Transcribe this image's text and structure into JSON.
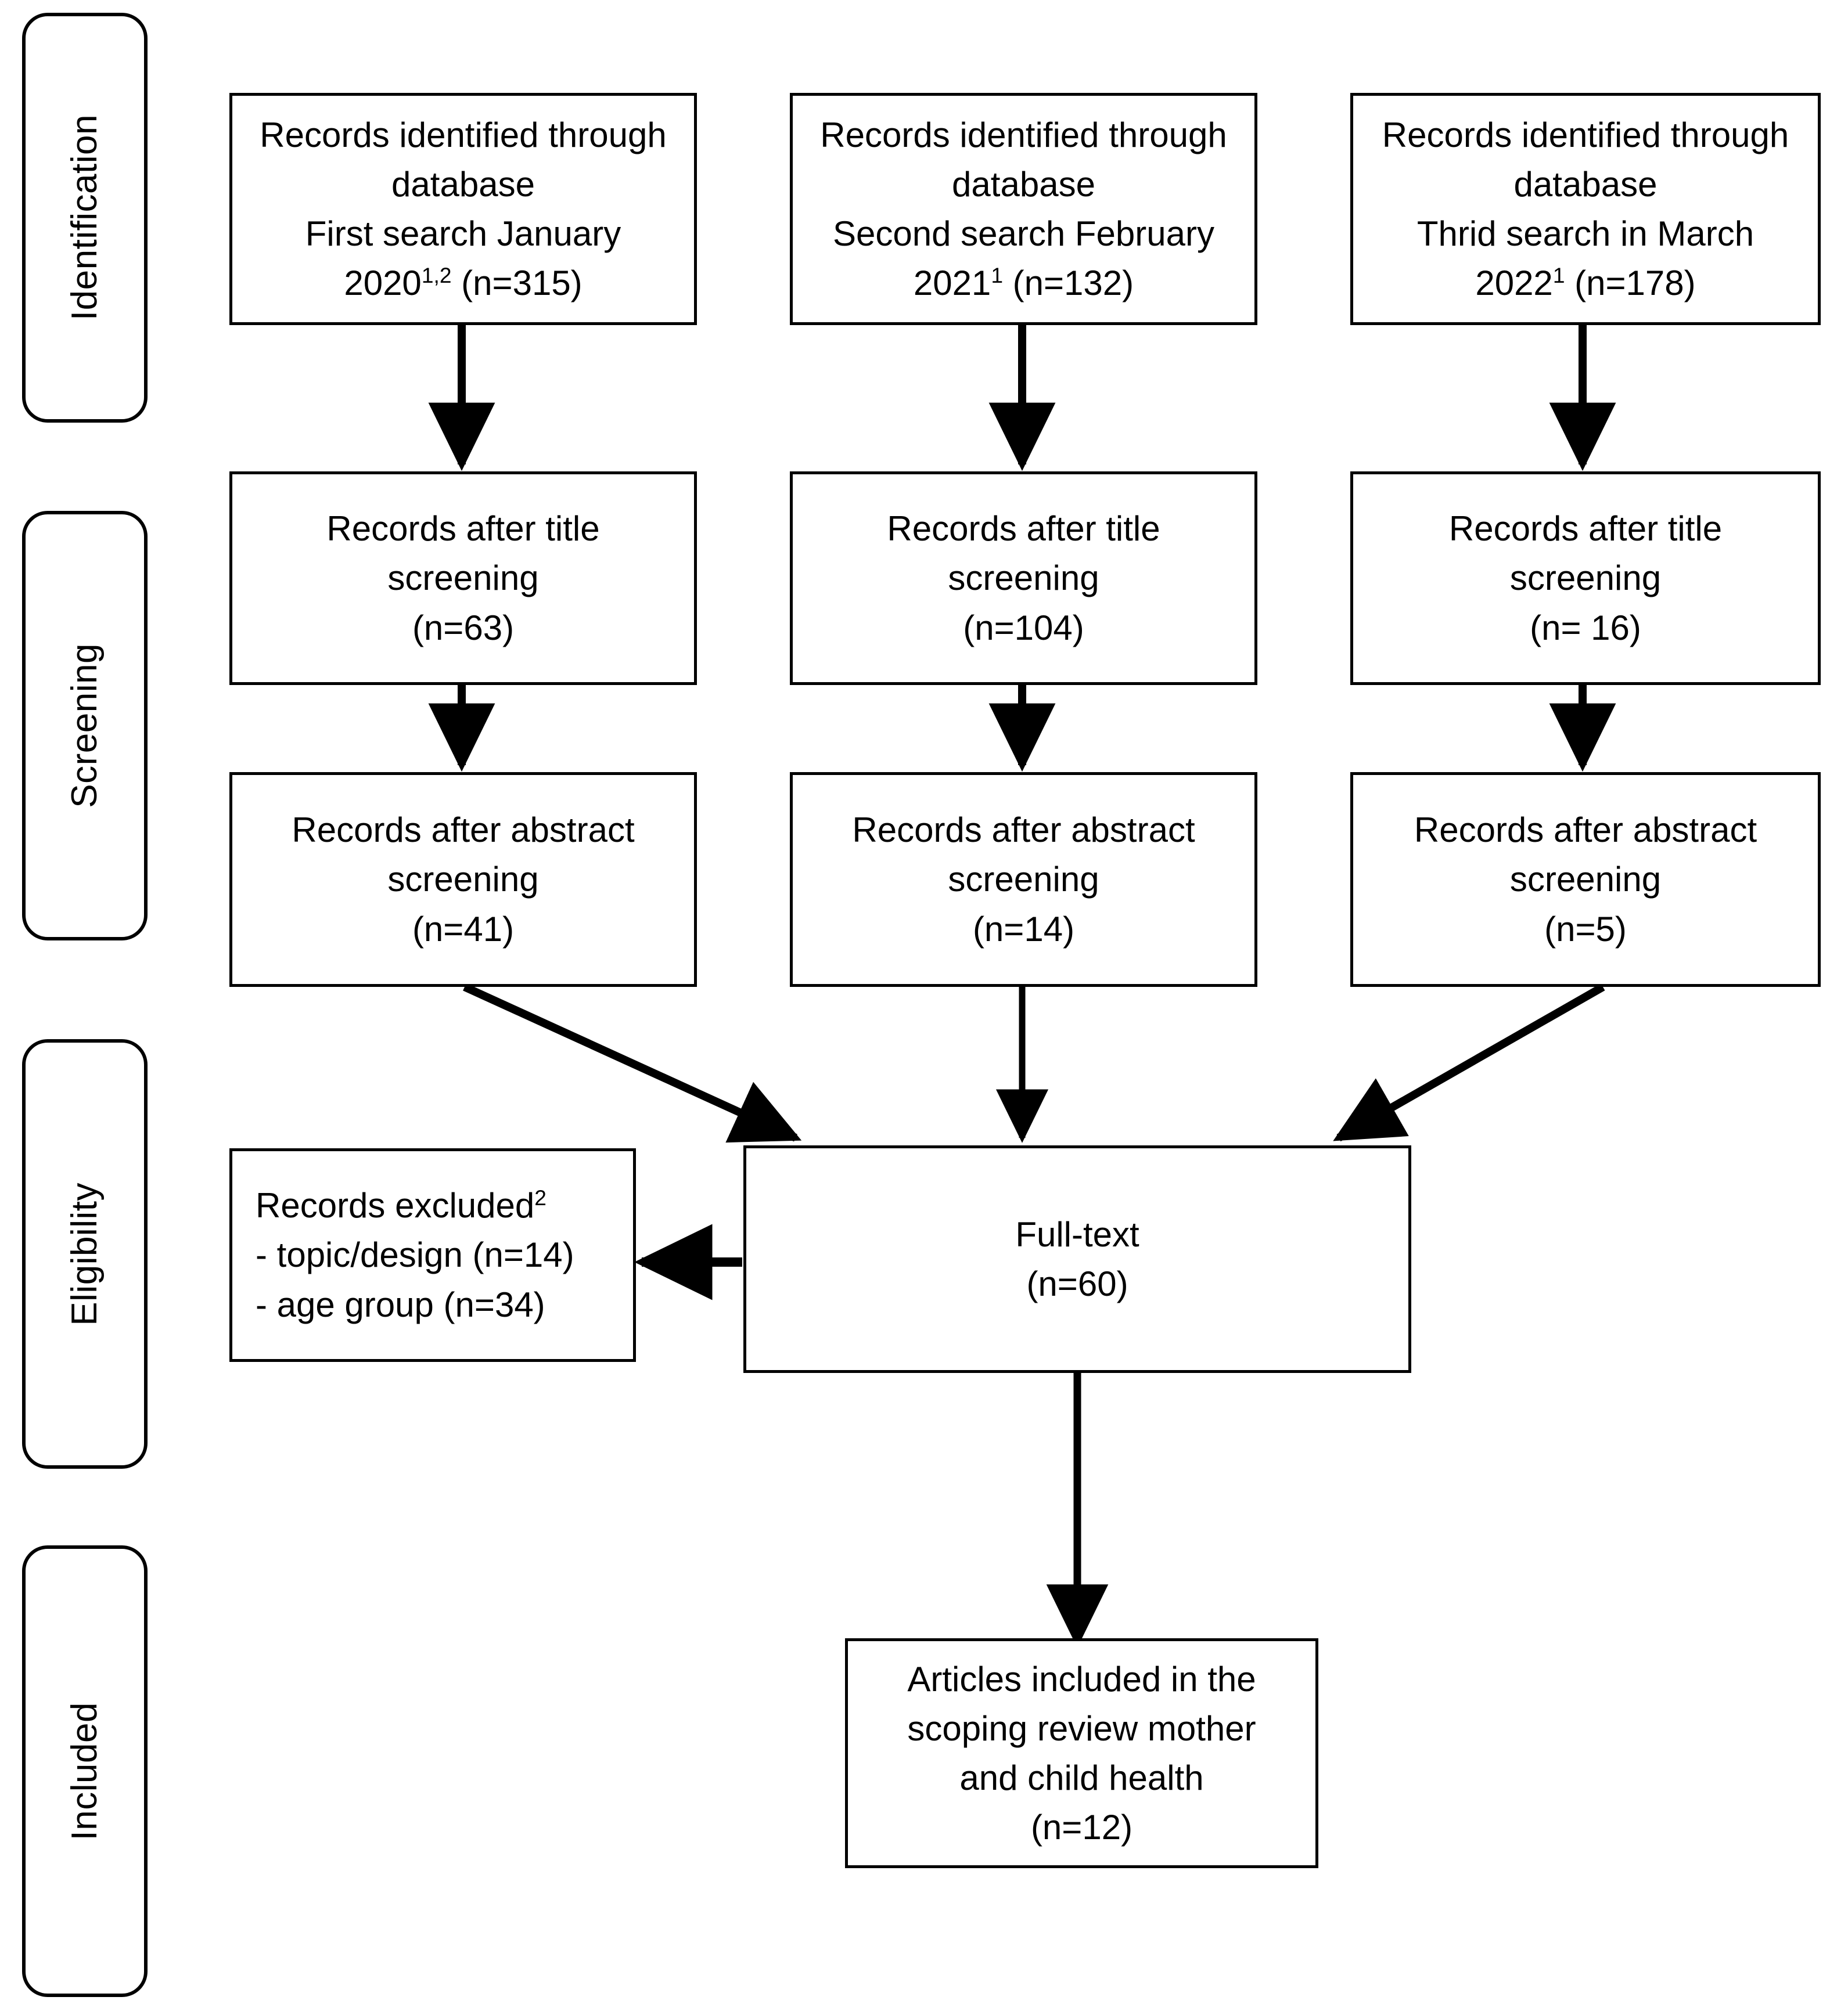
{
  "diagram": {
    "title": "PRISMA flow diagram of study selection",
    "type": "prisma-flow-diagram",
    "stroke_color": "#000000",
    "background_color": "#ffffff"
  },
  "stages": [
    {
      "id": "identification",
      "label": "Identification"
    },
    {
      "id": "screening",
      "label": "Screening"
    },
    {
      "id": "eligibility",
      "label": "Eligibility"
    },
    {
      "id": "included",
      "label": "Included"
    }
  ],
  "identification": {
    "search1": {
      "line1": "Records identified through",
      "line2": "database",
      "line3": "First search January",
      "line4_prefix": "2020",
      "line4_sup": "1,2",
      "line4_suffix": " (n=315)",
      "n": 315
    },
    "search2": {
      "line1": "Records identified through",
      "line2": "database",
      "line3": "Second search February",
      "line4_prefix": "2021",
      "line4_sup": "1",
      "line4_suffix": " (n=132)",
      "n": 132
    },
    "search3": {
      "line1": "Records identified through",
      "line2": "database",
      "line3": "Thrid search in March",
      "line4_prefix": "2022",
      "line4_sup": "1",
      "line4_suffix": " (n=178)",
      "n": 178
    }
  },
  "title_screening": {
    "col1": {
      "line1": "Records after title",
      "line2": "screening",
      "line3": "(n=63)",
      "n": 63
    },
    "col2": {
      "line1": "Records after title",
      "line2": "screening",
      "line3": "(n=104)",
      "n": 104
    },
    "col3": {
      "line1": "Records after title",
      "line2": "screening",
      "line3": "(n= 16)",
      "n": 16
    }
  },
  "abstract_screening": {
    "col1": {
      "line1": "Records after abstract",
      "line2": "screening",
      "line3": "(n=41)",
      "n": 41
    },
    "col2": {
      "line1": "Records after abstract",
      "line2": "screening",
      "line3": "(n=14)",
      "n": 14
    },
    "col3": {
      "line1": "Records after abstract",
      "line2": "screening",
      "line3": "(n=5)",
      "n": 5
    }
  },
  "excluded": {
    "heading_prefix": "Records excluded",
    "heading_sup": "2",
    "reason1": "- topic/design (n=14)",
    "reason2": "- age group (n=34)",
    "reason1_n": 14,
    "reason2_n": 34
  },
  "full_text": {
    "line1": "Full-text",
    "line2": "(n=60)",
    "n": 60
  },
  "included_articles": {
    "line1": "Articles included in the",
    "line2": "scoping review mother",
    "line3": "and child health",
    "line4": "(n=12)",
    "n": 12
  }
}
